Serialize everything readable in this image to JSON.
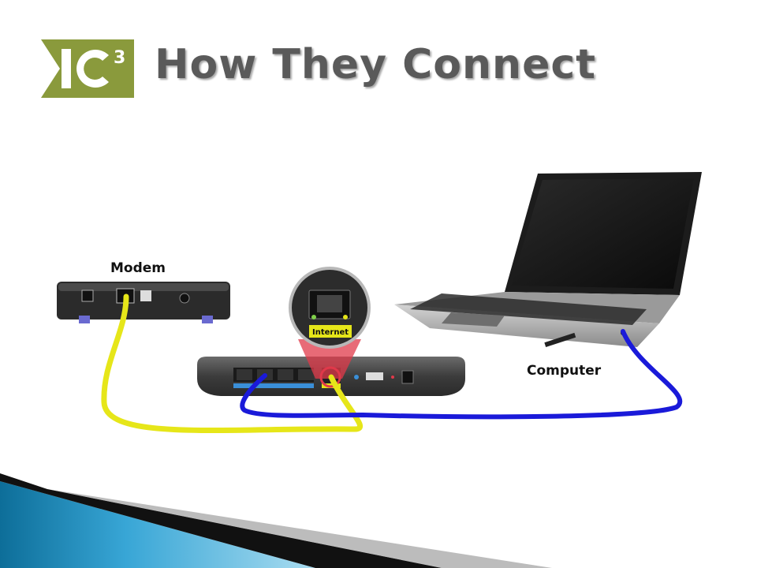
{
  "slide": {
    "title": "How They Connect",
    "logo": {
      "text": "IC",
      "superscript": "3",
      "color": "#8a9a3c"
    }
  },
  "diagram": {
    "modem_label": "Modem",
    "computer_label": "Computer",
    "internet_port_label": "Internet",
    "cable_colors": {
      "modem_to_router": "#e6e619",
      "router_to_computer": "#1a1ad9"
    }
  },
  "colors": {
    "accent_blue": "#1e8ab5",
    "callout_red": "#e0394a",
    "title_gray": "#5a5a5a"
  }
}
